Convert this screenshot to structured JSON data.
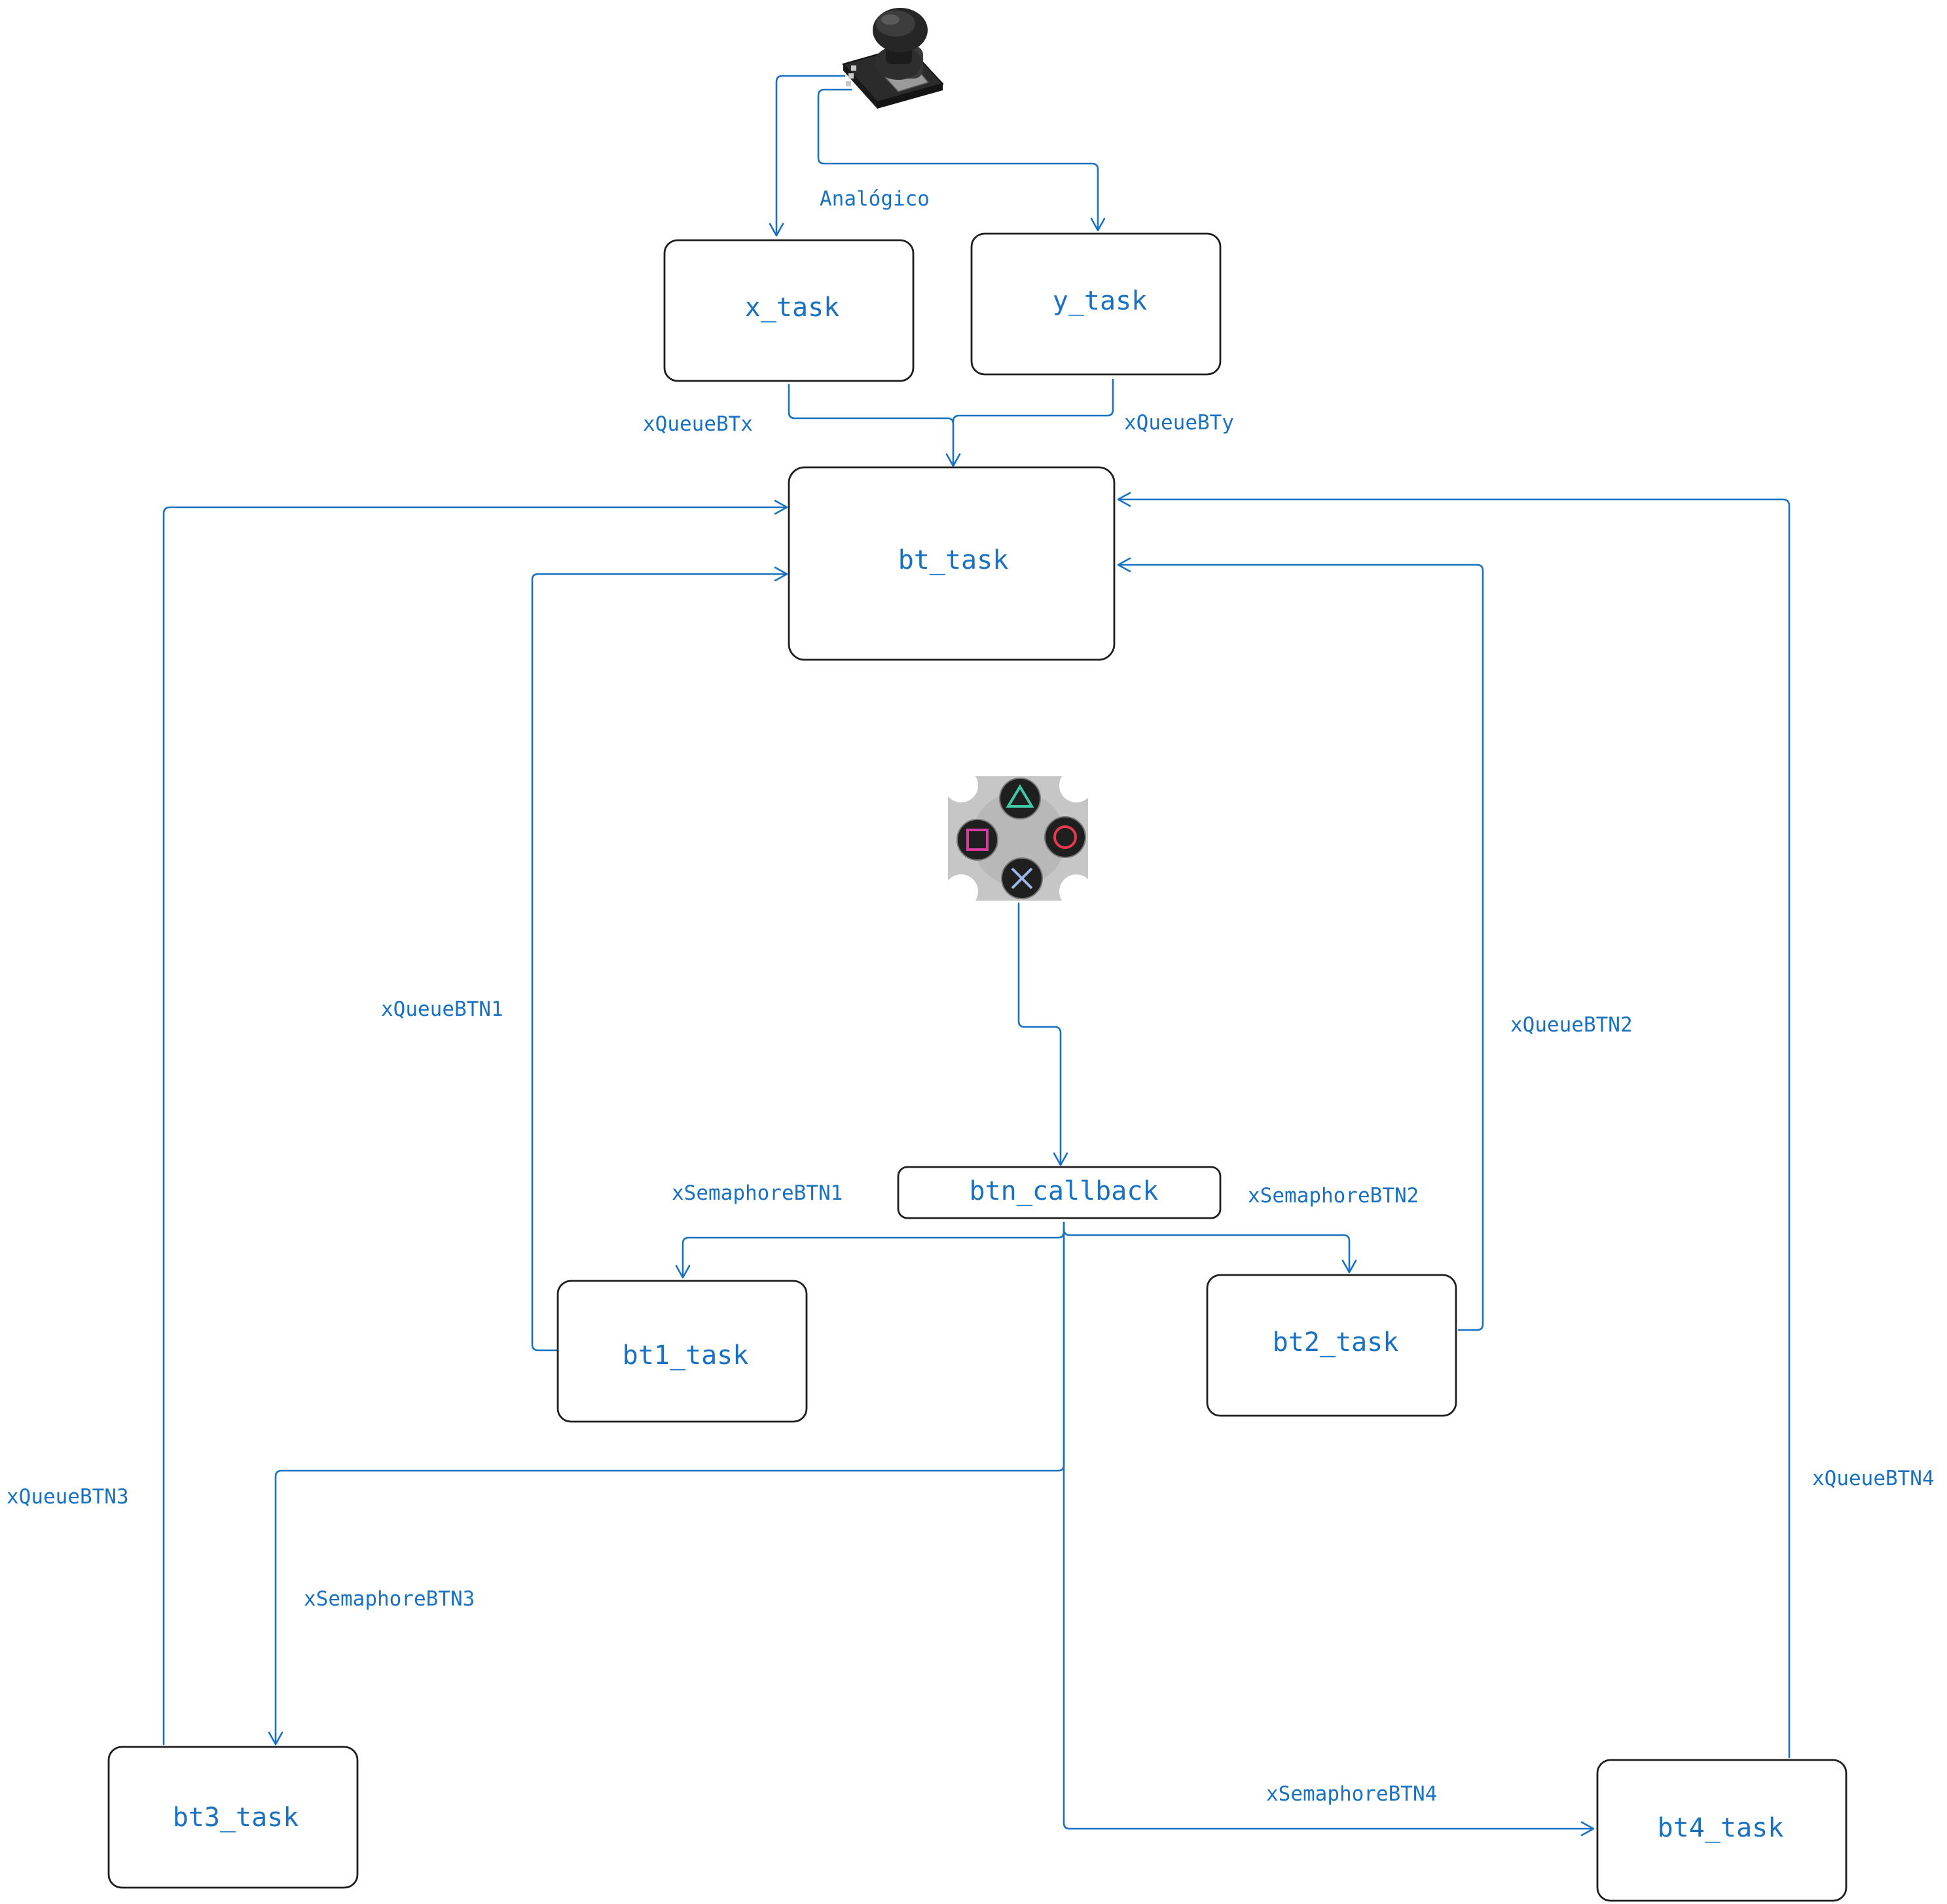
{
  "nodes": {
    "x_task": "x_task",
    "y_task": "y_task",
    "bt_task": "bt_task",
    "btn_callback": "btn_callback",
    "bt1_task": "bt1_task",
    "bt2_task": "bt2_task",
    "bt3_task": "bt3_task",
    "bt4_task": "bt4_task"
  },
  "edge_labels": {
    "analog": "Analógico",
    "queue_x": "xQueueBTx",
    "queue_y": "xQueueBTy",
    "queue_btn1": "xQueueBTN1",
    "queue_btn2": "xQueueBTN2",
    "queue_btn3": "xQueueBTN3",
    "queue_btn4": "xQueueBTN4",
    "sem_btn1": "xSemaphoreBTN1",
    "sem_btn2": "xSemaphoreBTN2",
    "sem_btn3": "xSemaphoreBTN3",
    "sem_btn4": "xSemaphoreBTN4"
  },
  "images": {
    "joystick": "joystick-module-icon",
    "buttons": "gamepad-face-buttons-icon"
  },
  "colors": {
    "line": "#1971c2",
    "text": "#1971c2",
    "box_stroke": "#1e1e1e",
    "triangle": "#3fc9a6",
    "circle": "#e5394d",
    "square": "#d63ba0",
    "cross": "#9bb8e8"
  }
}
